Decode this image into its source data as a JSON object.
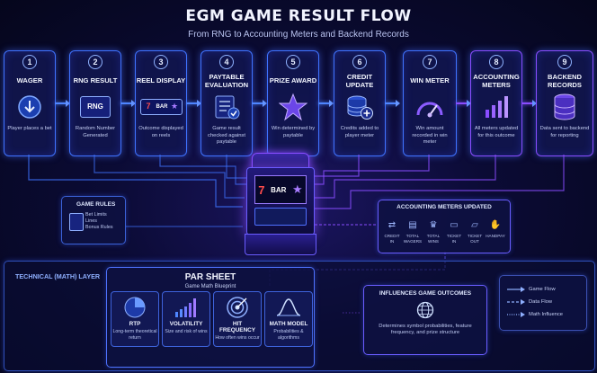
{
  "title": "EGM GAME RESULT FLOW",
  "subtitle": "From RNG to Accounting Meters and Backend Records",
  "steps": [
    {
      "num": "1",
      "title": "WAGER",
      "icon": "coin-down-icon",
      "desc": "Player places a bet"
    },
    {
      "num": "2",
      "title": "RNG RESULT",
      "icon": "rng-chip-icon",
      "icon_text": "RNG",
      "desc": "Random Number Generated"
    },
    {
      "num": "3",
      "title": "REEL DISPLAY",
      "icon": "slot-reels-icon",
      "desc": "Outcome displayed on reels"
    },
    {
      "num": "4",
      "title": "PAYTABLE EVALUATION",
      "icon": "paytable-icon",
      "desc": "Game result checked against paytable"
    },
    {
      "num": "5",
      "title": "PRIZE AWARD",
      "icon": "star-icon",
      "desc": "Win determined by paytable"
    },
    {
      "num": "6",
      "title": "CREDIT UPDATE",
      "icon": "coin-stack-icon",
      "desc": "Credits added to player meter"
    },
    {
      "num": "7",
      "title": "WIN METER",
      "icon": "gauge-icon",
      "desc": "Win amount recorded in win meter"
    },
    {
      "num": "8",
      "title": "ACCOUNTING METERS",
      "icon": "bar-chart-icon",
      "desc": "All meters updated for this outcome"
    },
    {
      "num": "9",
      "title": "BACKEND RECORDS",
      "icon": "database-icon",
      "desc": "Data sent to backend for reporting"
    }
  ],
  "reel_symbols": [
    "7",
    "BAR",
    "★"
  ],
  "game_rules": {
    "title": "GAME RULES",
    "items": [
      "Bet Limits",
      "Lines",
      "Bonus Rules"
    ]
  },
  "accounting": {
    "title": "ACCOUNTING METERS UPDATED",
    "meters": [
      {
        "icon": "credit-in-icon",
        "label": "CREDIT IN"
      },
      {
        "icon": "wagers-icon",
        "label": "TOTAL WAGERS"
      },
      {
        "icon": "trophy-icon",
        "label": "TOTAL WINS"
      },
      {
        "icon": "ticket-in-icon",
        "label": "TICKET IN"
      },
      {
        "icon": "ticket-out-icon",
        "label": "TICKET OUT"
      },
      {
        "icon": "handpay-icon",
        "label": "HANDPAY"
      }
    ]
  },
  "tech_layer": {
    "title": "TECHNICAL (MATH) LAYER"
  },
  "par_sheet": {
    "title": "PAR SHEET",
    "subtitle": "Game Math Blueprint",
    "cards": [
      {
        "icon": "pie-chart-icon",
        "title": "RTP",
        "desc": "Long-term theoretical return"
      },
      {
        "icon": "volatility-bars-icon",
        "title": "VOLATILITY",
        "desc": "Size and risk of wins"
      },
      {
        "icon": "target-icon",
        "title": "HIT FREQUENCY",
        "desc": "How often wins occur"
      },
      {
        "icon": "bell-curve-icon",
        "title": "MATH MODEL",
        "desc": "Probabilities & algorithms"
      }
    ]
  },
  "influences": {
    "title": "INFLUENCES GAME OUTCOMES",
    "desc": "Determines symbol probabilities, feature frequency, and prize structure"
  },
  "legend": [
    {
      "label": "Game Flow",
      "style": "solid"
    },
    {
      "label": "Data Flow",
      "style": "dashed"
    },
    {
      "label": "Math Influence",
      "style": "dotted"
    }
  ],
  "colors": {
    "accent": "#3f73ff",
    "flow": "#4f86ff",
    "purple": "#8a4dff",
    "background": "#0b0b35"
  }
}
